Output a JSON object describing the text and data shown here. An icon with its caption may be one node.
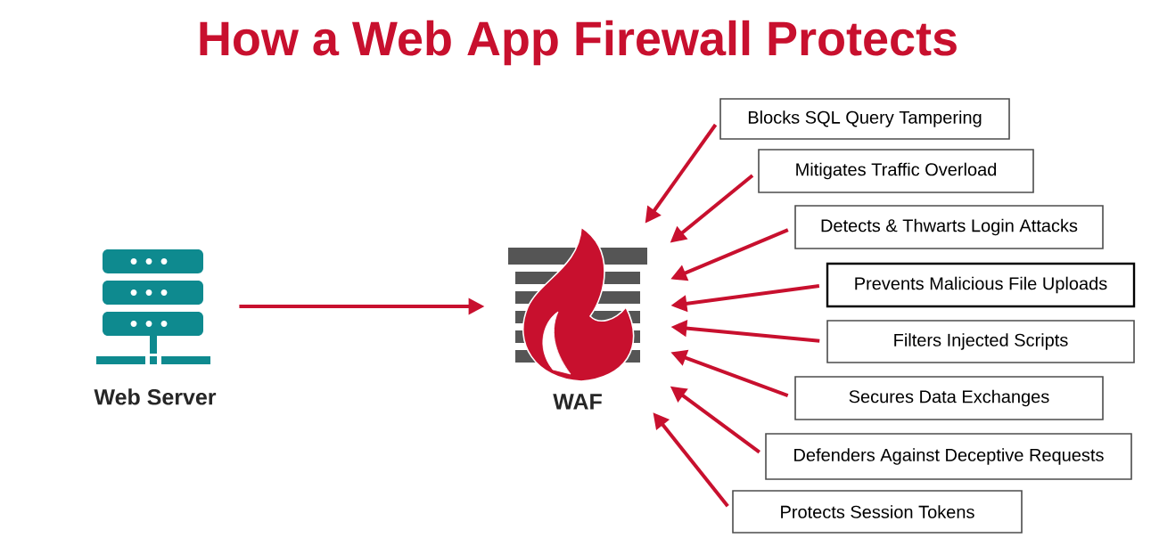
{
  "diagram": {
    "title": "How a Web App Firewall Protects",
    "nodes": [
      {
        "text": [
          "Web Server"
        ]
      },
      {
        "text": [
          "WAF"
        ]
      },
      {
        "text": [
          "Blocks SQL Query Tampering"
        ]
      },
      {
        "text": [
          "Mitigates Traffic Overload"
        ]
      },
      {
        "text": [
          "Detects & Thwarts Login Attacks"
        ]
      },
      {
        "text": [
          "Prevents Malicious File Uploads"
        ]
      },
      {
        "text": [
          "Filters Injected Scripts"
        ]
      },
      {
        "text": [
          "Secures Data Exchanges"
        ]
      },
      {
        "text": [
          "Defenders Against Deceptive Requests"
        ]
      },
      {
        "text": [
          "Protects Session Tokens"
        ]
      }
    ],
    "edges": [
      {
        "from": 0,
        "to": 1,
        "arrow": "to"
      },
      {
        "from": 2,
        "to": 1,
        "arrow": "to"
      },
      {
        "from": 3,
        "to": 1,
        "arrow": "to"
      },
      {
        "from": 4,
        "to": 1,
        "arrow": "to"
      },
      {
        "from": 5,
        "to": 1,
        "arrow": "to"
      },
      {
        "from": 6,
        "to": 1,
        "arrow": "to"
      },
      {
        "from": 7,
        "to": 1,
        "arrow": "to"
      },
      {
        "from": 8,
        "to": 1,
        "arrow": "to"
      },
      {
        "from": 9,
        "to": 1,
        "arrow": "to"
      }
    ]
  }
}
